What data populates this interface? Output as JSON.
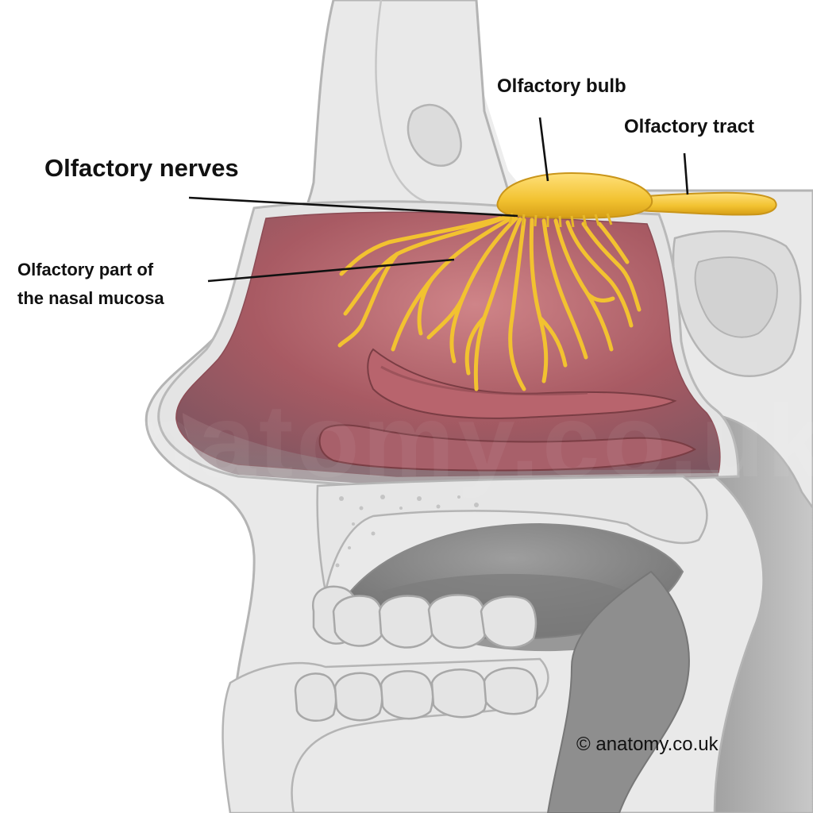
{
  "labels": {
    "olfactory_bulb": "Olfactory bulb",
    "olfactory_tract": "Olfactory tract",
    "olfactory_nerves": "Olfactory nerves",
    "mucosa_line1": "Olfactory part of",
    "mucosa_line2": "the nasal mucosa"
  },
  "watermark": "anatomy.co.uk",
  "credit": "© anatomy.co.uk",
  "colors": {
    "bone": "#e6e6e6",
    "bone_outline": "#b4b4b4",
    "mucosa": "#a85a63",
    "mucosa_dark": "#7a3d44",
    "nerve": "#f2c230",
    "nerve_outline": "#c9951a",
    "oral_cavity": "#8d8d8d",
    "teeth": "#e2e2e2"
  }
}
